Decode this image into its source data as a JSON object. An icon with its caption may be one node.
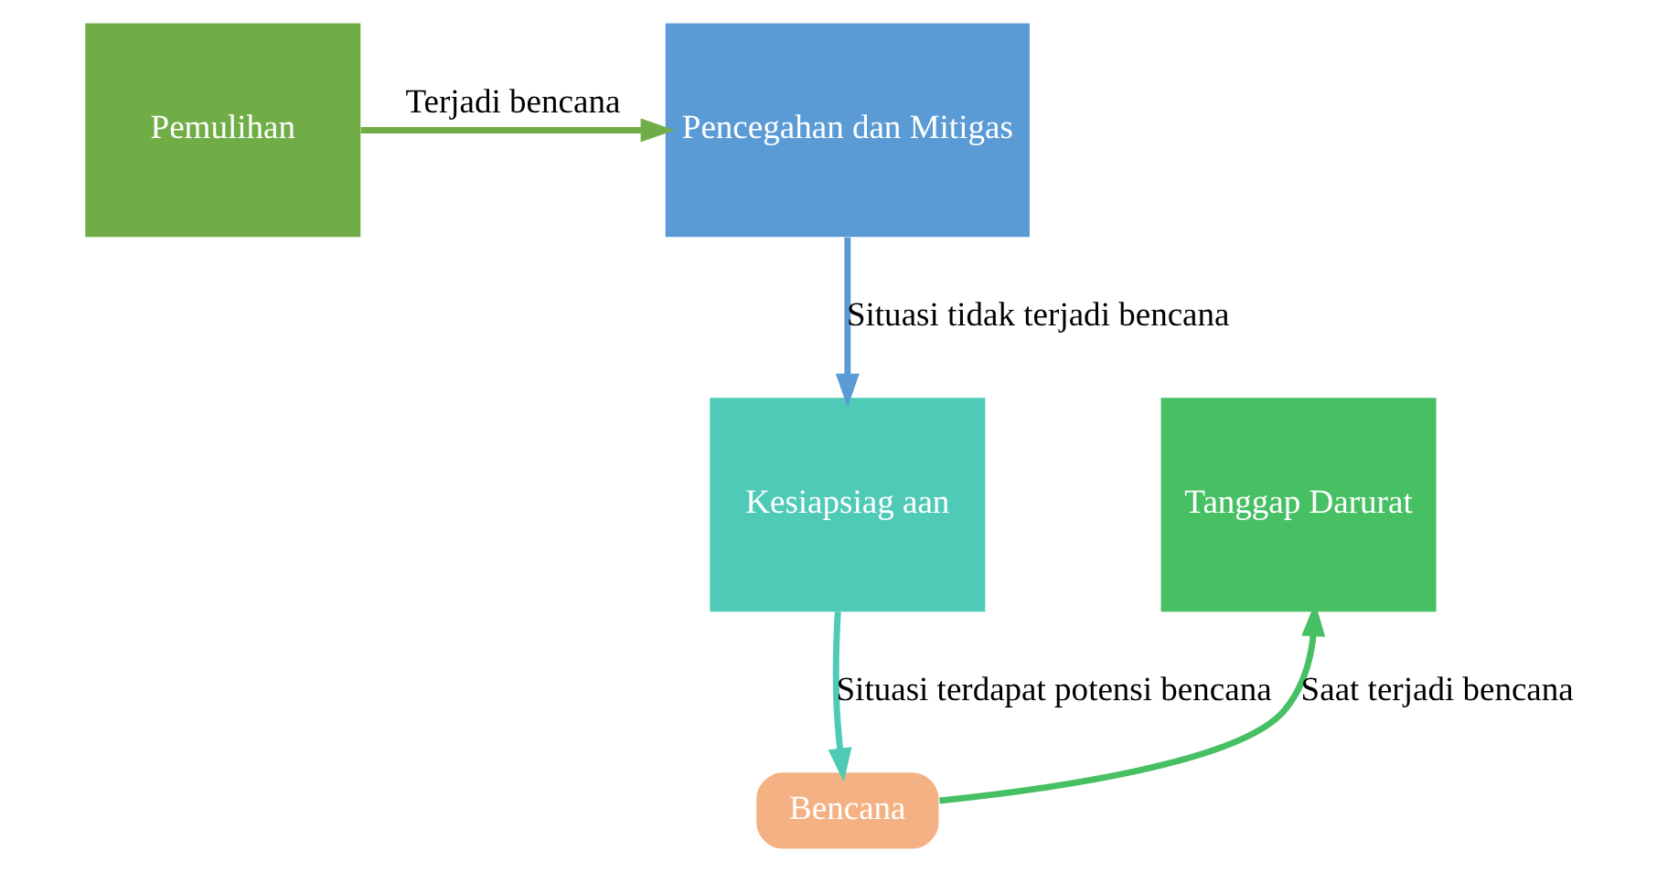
{
  "diagram": {
    "nodes": [
      {
        "text": [
          "Pemulihan"
        ]
      },
      {
        "text": [
          "Pencegahan dan Mitigas"
        ]
      },
      {
        "text": [
          "Kesiapsiag aan"
        ]
      },
      {
        "text": [
          "Tanggap Darurat"
        ]
      },
      {
        "text": [
          "Bencana"
        ]
      }
    ],
    "edges": [
      {
        "from": 0,
        "to": 1,
        "arrow": "to",
        "label": "Terjadi bencana",
        "color": "#70ad47"
      },
      {
        "from": 1,
        "to": 2,
        "arrow": "to",
        "label": "Situasi tidak terjadi bencana",
        "color": "#5b9bd5"
      },
      {
        "from": 2,
        "to": 4,
        "arrow": "to",
        "label": "Situasi terdapat potensi bencana",
        "color": "#4fcab6"
      },
      {
        "from": 4,
        "to": 3,
        "arrow": "to",
        "label": "Saat terjadi bencana",
        "color": "#47bf63"
      }
    ]
  }
}
